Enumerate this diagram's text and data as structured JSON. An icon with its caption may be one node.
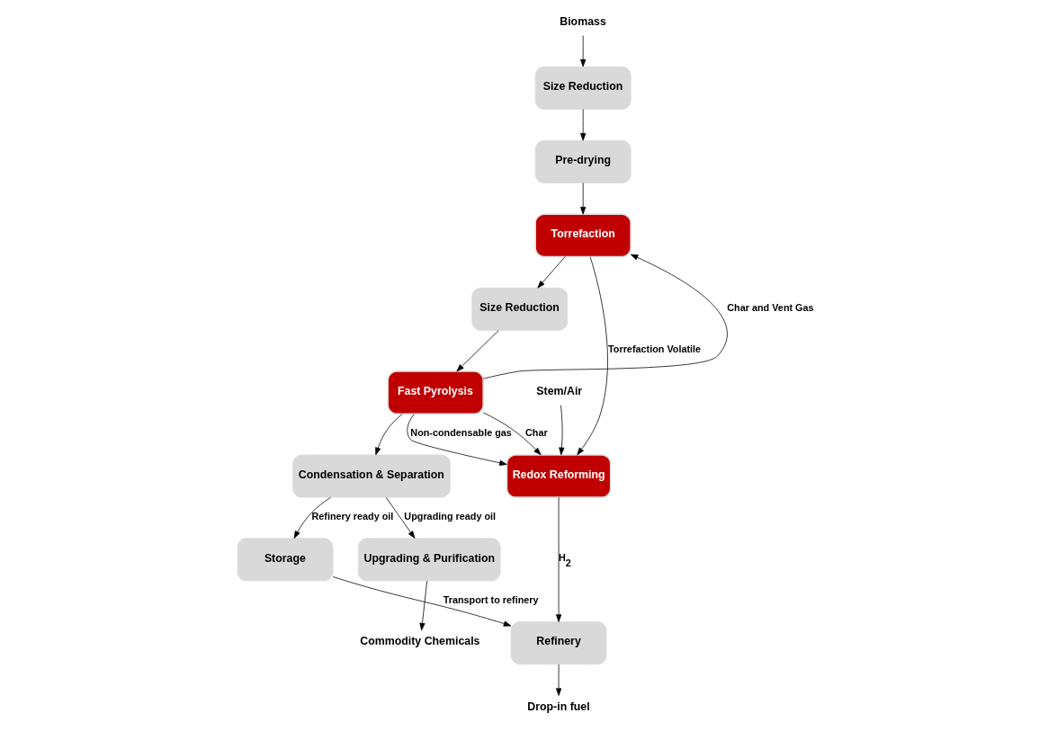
{
  "diagram": {
    "nodes": [
      {
        "text": [
          "Biomass"
        ]
      },
      {
        "text": [
          "Size Reduction"
        ]
      },
      {
        "text": [
          "Pre-drying"
        ]
      },
      {
        "text": [
          "Torrefaction"
        ]
      },
      {
        "text": [
          "Size Reduction"
        ]
      },
      {
        "text": [
          "Fast Pyrolysis"
        ]
      },
      {
        "text": [
          "Redox Reforming"
        ]
      },
      {
        "text": [
          "Stem/Air"
        ]
      },
      {
        "text": [
          "Refinery"
        ]
      },
      {
        "text": [
          "Drop-in fuel"
        ]
      },
      {
        "text": [
          "Storage"
        ]
      },
      {
        "text": [
          "Condensation & Separation"
        ]
      },
      {
        "text": [
          "Upgrading & Purification"
        ]
      },
      {
        "text": [
          "Commodity Chemicals"
        ]
      }
    ],
    "edges": [
      {
        "from": 0,
        "to": 1,
        "arrow": "to"
      },
      {
        "from": 1,
        "to": 2,
        "arrow": "to"
      },
      {
        "from": 2,
        "to": 3,
        "arrow": "to"
      },
      {
        "from": 3,
        "to": 6,
        "arrow": "to",
        "label": "Torrefaction Volatile"
      },
      {
        "from": 3,
        "to": 4,
        "arrow": "to"
      },
      {
        "from": 4,
        "to": 5,
        "arrow": "to"
      },
      {
        "from": 5,
        "to": 6,
        "arrow": "to",
        "label": "Non-condensable gas"
      },
      {
        "from": 5,
        "to": 6,
        "arrow": "to",
        "label": "Char"
      },
      {
        "from": 5,
        "to": 3,
        "arrow": "to",
        "label": "Char and Vent Gas"
      },
      {
        "from": 7,
        "to": 6,
        "arrow": "to"
      },
      {
        "from": 6,
        "to": 8,
        "arrow": "to",
        "label": "H$_{2}$"
      },
      {
        "from": 8,
        "to": 9,
        "arrow": "to"
      },
      {
        "from": 5,
        "to": 11,
        "arrow": "to"
      },
      {
        "from": 11,
        "to": 10,
        "arrow": "to",
        "label": "Refinery ready oil"
      },
      {
        "from": 10,
        "to": 8,
        "arrow": "to",
        "label": "Transport to refinery"
      },
      {
        "from": 11,
        "to": 12,
        "arrow": "to",
        "label": "Upgrading ready oil"
      },
      {
        "from": 12,
        "to": 13,
        "arrow": "to"
      }
    ]
  }
}
